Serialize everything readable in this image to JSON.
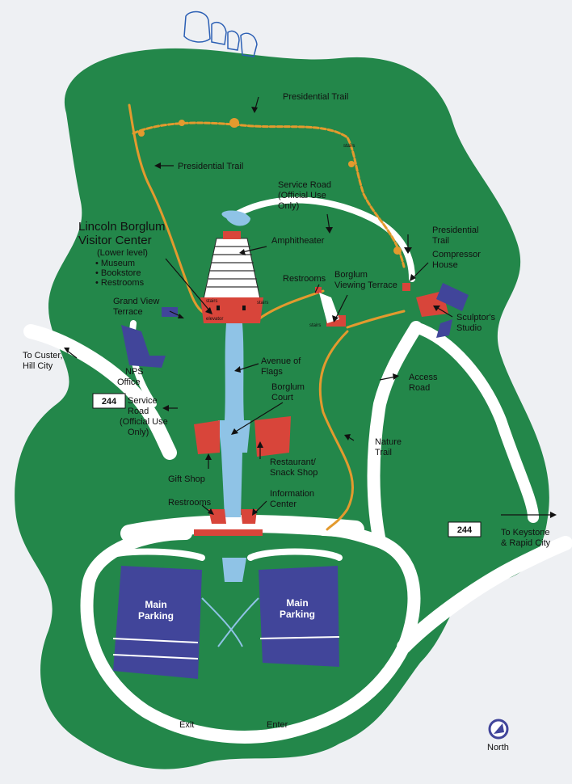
{
  "colors": {
    "grass": "#23874a",
    "road": "#ffffff",
    "trail": "#e39a2e",
    "building": "#d8453a",
    "parking": "#41459a",
    "water": "#8fc3e6",
    "background": "#eef0f3"
  },
  "icons": {
    "logo": "mount-rushmore-icon",
    "north": "north-arrow-icon"
  },
  "labels": {
    "presidential_trail_top": "Presidential Trail",
    "presidential_trail_left": "Presidential Trail",
    "presidential_trail_right_1": "Presidential",
    "presidential_trail_right_2": "Trail",
    "service_road_top_1": "Service Road",
    "service_road_top_2": "(Official Use",
    "service_road_top_3": "Only)",
    "visitor_center_1": "Lincoln Borglum",
    "visitor_center_2": "Visitor Center",
    "visitor_center_3": "(Lower level)",
    "visitor_center_bullets": [
      "• Museum",
      "• Bookstore",
      "• Restrooms"
    ],
    "amphitheater": "Amphitheater",
    "restrooms_upper": "Restrooms",
    "borglum_viewing_terrace_1": "Borglum",
    "borglum_viewing_terrace_2": "Viewing Terrace",
    "compressor_house_1": "Compressor",
    "compressor_house_2": "House",
    "sculptors_studio_1": "Sculptor's",
    "sculptors_studio_2": "Studio",
    "grand_view_terrace_1": "Grand View",
    "grand_view_terrace_2": "Terrace",
    "to_custer_1": "To Custer,",
    "to_custer_2": "Hill City",
    "nps_office_1": "NPS",
    "nps_office_2": "Office",
    "avenue_of_flags_1": "Avenue of",
    "avenue_of_flags_2": "Flags",
    "access_road_1": "Access",
    "access_road_2": "Road",
    "borglum_court_1": "Borglum",
    "borglum_court_2": "Court",
    "service_road_left_1": "Service",
    "service_road_left_2": "Road",
    "service_road_left_3": "(Official Use",
    "service_road_left_4": "Only)",
    "highway_left": "244",
    "highway_right": "244",
    "nature_trail_1": "Nature",
    "nature_trail_2": "Trail",
    "restaurant_1": "Restaurant/",
    "restaurant_2": "Snack Shop",
    "gift_shop": "Gift Shop",
    "restrooms_lower": "Restrooms",
    "information_center_1": "Information",
    "information_center_2": "Center",
    "to_keystone_1": "To Keystone",
    "to_keystone_2": "& Rapid City",
    "main_parking_left_1": "Main",
    "main_parking_left_2": "Parking",
    "main_parking_right_1": "Main",
    "main_parking_right_2": "Parking",
    "exit": "Exit",
    "enter": "Enter",
    "north": "North",
    "stairs_1": "stairs",
    "stairs_2": "stairs",
    "stairs_3": "stairs",
    "stairs_4": "stairs",
    "elevator": "elevator"
  }
}
